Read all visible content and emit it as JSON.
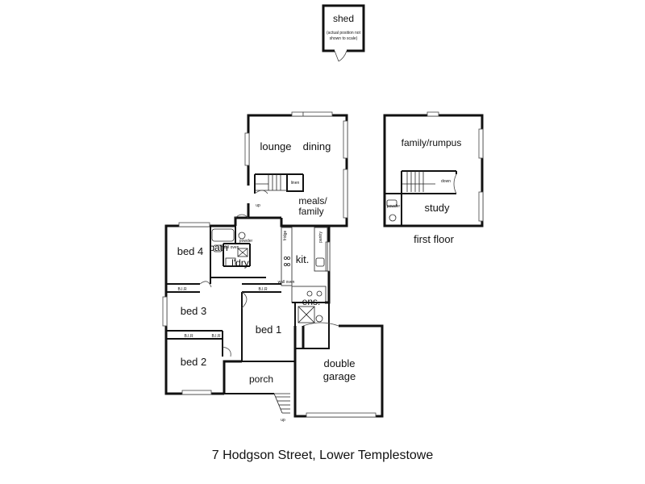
{
  "shed": {
    "label": "shed",
    "note_line1": "(actual position not",
    "note_line2": "shown to scale)"
  },
  "ground_floor": {
    "rooms": {
      "lounge": "lounge",
      "dining": "dining",
      "linen": "linen",
      "meals_family_line1": "meals/",
      "meals_family_line2": "family",
      "up": "up",
      "bed4": "bed 4",
      "bath": "bath",
      "powder": "powder",
      "wall_oven": "wall oven",
      "ldry": "l'dry",
      "fridge": "fridge",
      "pantry": "pantry",
      "kitchen": "kit.",
      "wall_oven_kit": "wall oven",
      "bir_bed4": "B.I.R",
      "bir_bed1": "B.I.R",
      "bed3": "bed 3",
      "bir_bed2": "B.I.R",
      "bir_bed3": "B.I.R",
      "ensuite": "ens.",
      "bed1": "bed 1",
      "bed2": "bed 2",
      "porch": "porch",
      "garage_line1": "double",
      "garage_line2": "garage",
      "up_steps": "up"
    }
  },
  "first_floor": {
    "title": "first floor",
    "rooms": {
      "family_rumpus": "family/rumpus",
      "down": "down",
      "powder": "powder",
      "study": "study"
    }
  },
  "address": "7 Hodgson Street, Lower Templestowe"
}
